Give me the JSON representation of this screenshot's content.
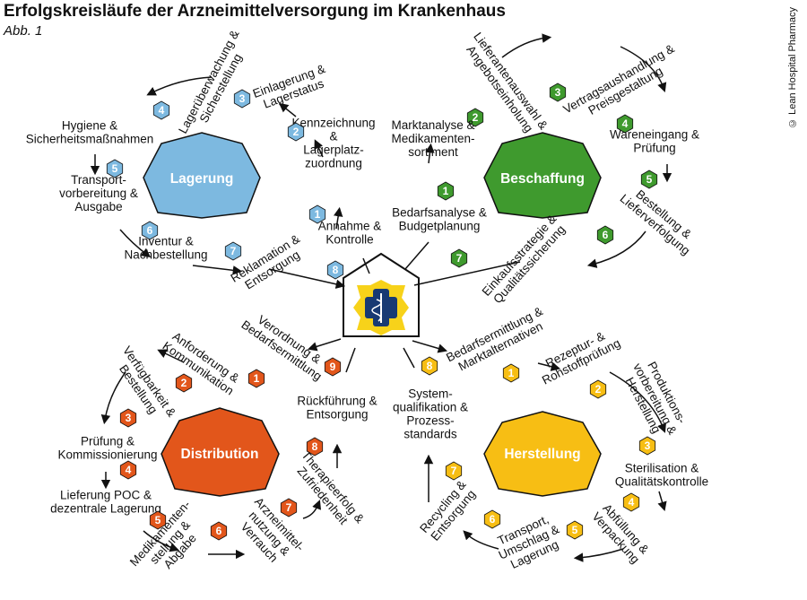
{
  "title": "Erfolgskreisläufe der Arzneimittelversorgung im Krankenhaus",
  "subtitle": "Abb. 1",
  "copyright": "© Lean Hospital Pharmacy",
  "center_icon": "pharmacy-cross-icon",
  "colors": {
    "lagerung": "#7db9e0",
    "beschaffung": "#3f9a2e",
    "distribution": "#e2561b",
    "herstellung": "#f7be14",
    "arrow": "#111111"
  },
  "cycles": {
    "lagerung": {
      "name": "Lagerung",
      "steps": [
        {
          "n": "1",
          "label": "Kennzeichnung & Lagerplatz­zuordnung"
        },
        {
          "n": "2",
          "label": "Einlagerung & Lagerstatus"
        },
        {
          "n": "3",
          "label": "Lagerüberwachung & Sicherstellung"
        },
        {
          "n": "4",
          "label": "Hygiene & Sicherheitsmaßnahmen"
        },
        {
          "n": "5",
          "label": "Transport­vorbereitung & Ausgabe"
        },
        {
          "n": "6",
          "label": "Inventur & Nachbestellung"
        },
        {
          "n": "7",
          "label": "Reklamation & Entsorgung"
        },
        {
          "n": "8",
          "label": "Annahme & Kontrolle"
        }
      ]
    },
    "beschaffung": {
      "name": "Beschaffung",
      "steps": [
        {
          "n": "1",
          "label": "Bedarfsanalyse & Budgetplanung"
        },
        {
          "n": "2",
          "label": "Marktanalyse & Medikamenten­sortiment"
        },
        {
          "n": "3",
          "label": "Lieferantenauswahl & Angebotseinholung"
        },
        {
          "n": "4",
          "label": "Vertragsaushandlung & Preisgestaltung"
        },
        {
          "n": "5",
          "label": "Wareneingang & Prüfung"
        },
        {
          "n": "6",
          "label": "Bestellung & Lieferverfolgung"
        },
        {
          "n": "7",
          "label": "Einkaufsstrategie & Qualitätssicherung"
        }
      ]
    },
    "distribution": {
      "name": "Distribution",
      "steps": [
        {
          "n": "1",
          "label": "Anforderung & Kommunikation"
        },
        {
          "n": "2",
          "label": "Verfügbarkeit & Bestellung"
        },
        {
          "n": "3",
          "label": "Prüfung & Kommissionierung"
        },
        {
          "n": "4",
          "label": "Lieferung POC & dezentrale Lagerung"
        },
        {
          "n": "5",
          "label": "Medikamenten­stellung & Abgabe"
        },
        {
          "n": "6",
          "label": "Arzneimittel­nutzung & Verbrauch"
        },
        {
          "n": "7",
          "label": "Therapieerfolg & Zufriedenheit"
        },
        {
          "n": "8",
          "label": "Rückführung & Entsorgung"
        },
        {
          "n": "9",
          "label": "Verordnung & Bedarfsermittlung"
        }
      ]
    },
    "herstellung": {
      "name": "Herstellung",
      "steps": [
        {
          "n": "1",
          "label": "Rezeptur- & Rohstoffprüfung"
        },
        {
          "n": "2",
          "label": "Produktions­vorbereitung & Herstellung"
        },
        {
          "n": "3",
          "label": "Sterilisation & Qualitätskontrolle"
        },
        {
          "n": "4",
          "label": "Abfüllung & Verpackung"
        },
        {
          "n": "5",
          "label": "Transport, Umschlag & Lagerung"
        },
        {
          "n": "6",
          "label": "Recycling & Entsorgung"
        },
        {
          "n": "7",
          "label": "System­qualifikation & Prozess­standards"
        },
        {
          "n": "8",
          "label": "Bedarfsermittlung & Marktalternativen"
        }
      ]
    }
  }
}
